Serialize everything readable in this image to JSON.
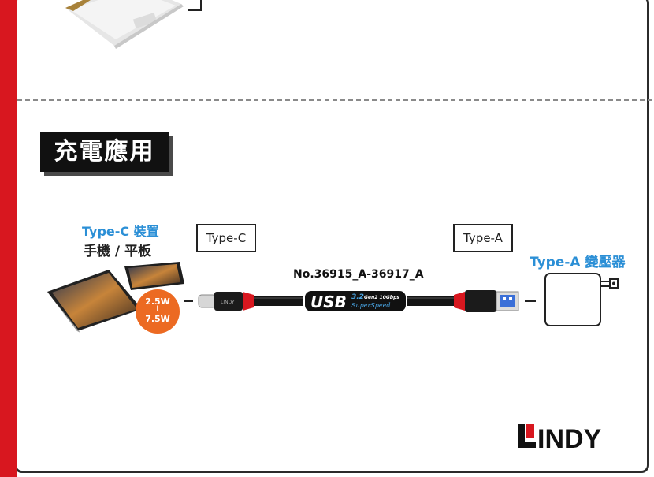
{
  "section": {
    "title": "充電應用"
  },
  "device": {
    "label_type": "Type-C 裝置",
    "label_kind": "手機 / 平板"
  },
  "power": {
    "min": "2.5W",
    "separator": "I",
    "max": "7.5W"
  },
  "ports": {
    "left": "Type-C",
    "right": "Type-A"
  },
  "cable": {
    "model": "No.36915_A-36917_A",
    "connector_brand": "LINDY",
    "usb_logo": "USB",
    "usb_version": "3.2",
    "usb_gen": "Gen2 10Gbps",
    "usb_speed": "SuperSpeed"
  },
  "adapter": {
    "label": "Type-A 變壓器"
  },
  "brand": {
    "logo_text": "LINDY"
  },
  "colors": {
    "accent_red": "#d8171f",
    "label_blue": "#2b8fd6",
    "badge_orange": "#ec6a22"
  }
}
